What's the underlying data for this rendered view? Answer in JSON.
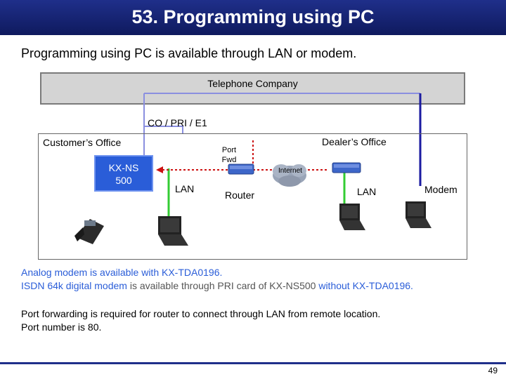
{
  "title": "53. Programming using PC",
  "intro": "Programming using PC is available through LAN or modem.",
  "diagram": {
    "telco_label": "Telephone Company",
    "co_label": "CO / PRI / E1",
    "customer_label": "Customer’s Office",
    "dealer_label": "Dealer’s Office",
    "kxns_line1": "KX-NS",
    "kxns_line2": "500",
    "port_line1": "Port",
    "port_line2": "Fwd",
    "internet_label": "Internet",
    "lan_left": "LAN",
    "router_label": "Router",
    "lan_right": "LAN",
    "modem_label": "Modem"
  },
  "notes": {
    "analog_a": "Analog modem is available with ",
    "analog_b": "KX-TDA0196.",
    "isdn_a": "ISDN 64k digital modem ",
    "isdn_b": "is available through PRI card of KX-NS500 ",
    "isdn_c": "without KX-TDA0196.",
    "port_line1": "Port forwarding is required for router to connect through LAN from remote location.",
    "port_line2": "Port number is 80."
  },
  "page_number": "49",
  "colors": {
    "title_bar": "#1f2f8a",
    "pbx_box": "#2a5dd8",
    "line_blue": "#8a8fe0",
    "line_green": "#33cc33",
    "line_red": "#cc1111",
    "line_navy": "#1a1aa0"
  },
  "icons": [
    "telephone-icon",
    "laptop-icon",
    "router-icon",
    "cloud-icon",
    "arrow-icon"
  ]
}
